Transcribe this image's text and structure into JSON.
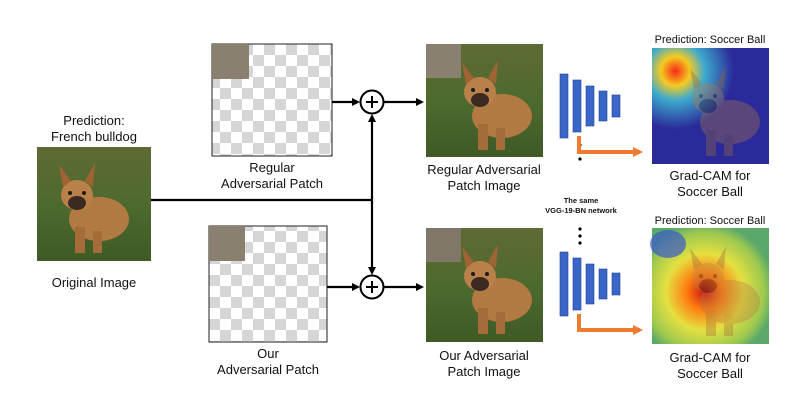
{
  "original": {
    "prediction_line1": "Prediction:",
    "prediction_line2": "French bulldog",
    "caption": "Original Image"
  },
  "regular_patch": {
    "caption_line1": "Regular",
    "caption_line2": "Adversarial Patch"
  },
  "our_patch": {
    "caption_line1": "Our",
    "caption_line2": "Adversarial Patch"
  },
  "regular_result": {
    "caption_line1": "Regular Adversarial",
    "caption_line2": "Patch Image"
  },
  "our_result": {
    "caption_line1": "Our Adversarial",
    "caption_line2": "Patch Image"
  },
  "network": {
    "label_line1": "The same",
    "label_line2": "VGG-19-BN network"
  },
  "gradcam_top": {
    "prediction": "Prediction: Soccer Ball",
    "caption_line1": "Grad-CAM for",
    "caption_line2": "Soccer Ball"
  },
  "gradcam_bottom": {
    "prediction": "Prediction: Soccer Ball",
    "caption_line1": "Grad-CAM for",
    "caption_line2": "Soccer Ball"
  },
  "operator_symbol": "+",
  "colors": {
    "network_blue": "#3a66c8",
    "arrow_orange": "#ee7b30",
    "patch_gray": "#8a8070",
    "checker_light": "#ffffff",
    "checker_dark": "#d4d4d4"
  }
}
